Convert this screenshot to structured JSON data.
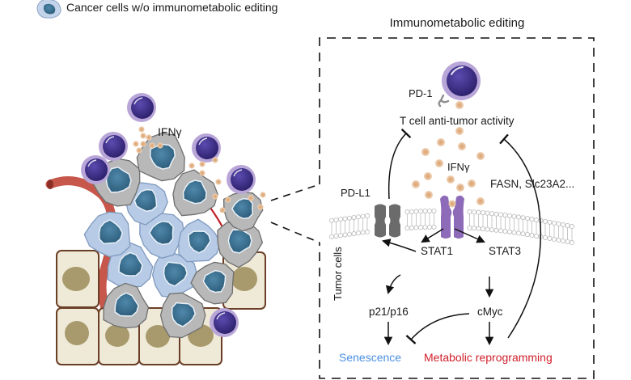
{
  "legend": {
    "icon": "cancer-cell-blue-icon",
    "label": "Cancer cells w/o immunometabolic editing"
  },
  "left_panel": {
    "ifng_label": "IFNγ"
  },
  "inset": {
    "title": "Immunometabolic editing",
    "pd1_label": "PD-1",
    "tcell_activity_label": "T cell anti-tumor activity",
    "ifng_label": "IFNγ",
    "pdl1_label": "PD-L1",
    "fasn_label": "FASN, Slc23A2...",
    "tumor_cells_label": "Tumor cells",
    "stat1_label": "STAT1",
    "stat3_label": "STAT3",
    "p21_label": "p21/p16",
    "cmyc_label": "cMyc",
    "senescence_label": "Senescence",
    "metabolic_label": "Metabolic reprogramming"
  },
  "colors": {
    "senescence": "#4a90e2",
    "metabolic": "#d0202a",
    "tcell_core": "#3d2f8f",
    "tcell_halo": "#b9a6d8",
    "ifng_dot": "#dba77a",
    "receptor_ifngr": "#8e6bb8",
    "receptor_pdl1": "#6b6b6b",
    "cancer_gray": "#b8b8b8",
    "cancer_blue": "#b7cbe6",
    "nucleus": "#3e7496",
    "epithelium": "#efe9d8",
    "epi_nucleus": "#a89a6c",
    "vessel": "#c6574a"
  }
}
